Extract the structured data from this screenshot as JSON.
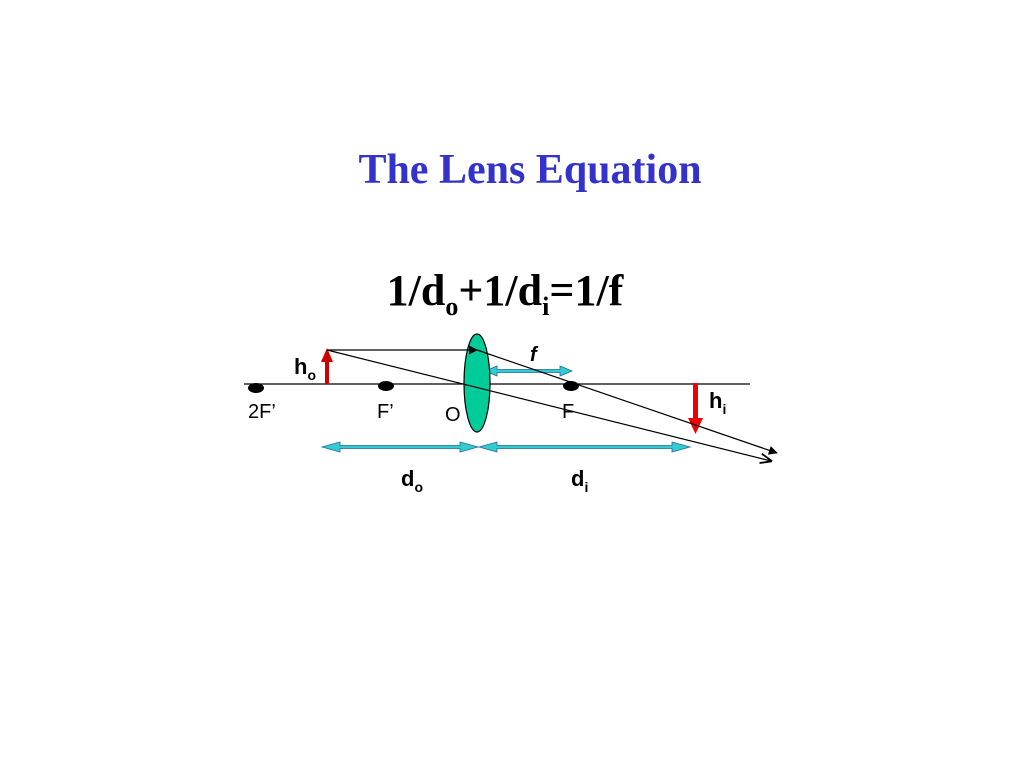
{
  "slide": {
    "title": "The Lens Equation",
    "title_color": "#3333CC",
    "equation": {
      "p1": "1/d",
      "s1": "o",
      "p2": "+1/d",
      "s2": "i",
      "p3": "=1/f"
    }
  },
  "diagram": {
    "points": {
      "two_f_prime": "2F’",
      "f_prime": "F’",
      "origin": "O",
      "f": "F"
    },
    "object_height": {
      "base": "h",
      "sub": "o"
    },
    "image_height": {
      "base": "h",
      "sub": "i"
    },
    "focal_length": "f",
    "object_distance": {
      "base": "d",
      "sub": "o"
    },
    "image_distance": {
      "base": "d",
      "sub": "i"
    },
    "colors": {
      "lens_fill": "#00CC99",
      "distance_arrow": "#33CCCC",
      "height_arrow": "#FF0000",
      "ray": "#000000"
    }
  }
}
